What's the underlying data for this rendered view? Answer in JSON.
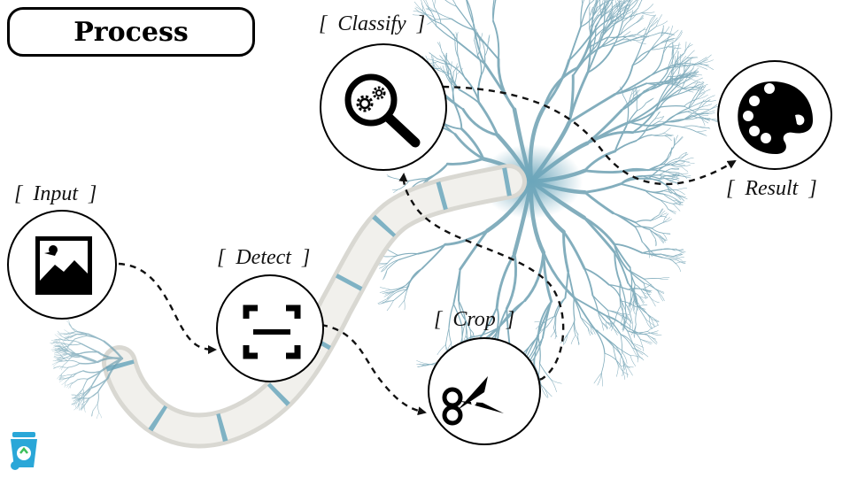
{
  "title": "Process",
  "steps": {
    "input": {
      "label": "Input"
    },
    "detect": {
      "label": "Detect"
    },
    "crop": {
      "label": "Crop"
    },
    "classify": {
      "label": "Classify"
    },
    "result": {
      "label": "Result"
    }
  },
  "flow": [
    [
      "input",
      "detect"
    ],
    [
      "detect",
      "crop"
    ],
    [
      "crop",
      "classify"
    ],
    [
      "classify",
      "result"
    ]
  ],
  "icons": {
    "input": "image-icon",
    "detect": "face-scan-icon",
    "crop": "scissors-icon",
    "classify": "magnifier-gears-icon",
    "result": "palette-icon",
    "logo": "recycle-bin-icon"
  },
  "colors": {
    "neuron": "#5a93a8",
    "axon_segment": "#ecebe6",
    "node_of_ranvier": "#7fb2c4",
    "arrow": "#111111",
    "logo": "#2aa7d8"
  }
}
